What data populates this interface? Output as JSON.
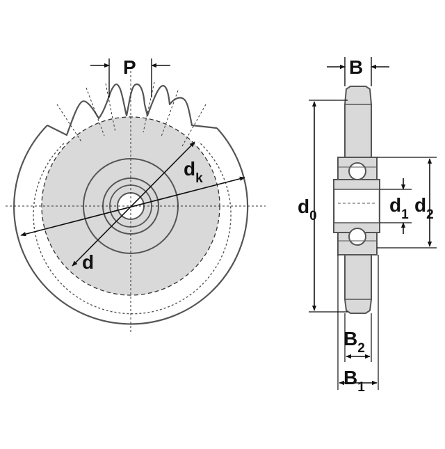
{
  "colors": {
    "line": "#111111",
    "outline": "#555555",
    "fill": "#d9d9d9",
    "background": "#ffffff"
  },
  "front_view": {
    "pitch_label": "P",
    "root_diameter_label": {
      "main": "d",
      "sub": "k"
    },
    "pitch_diameter_label": "d"
  },
  "side_view": {
    "width_label": "B",
    "outer_diameter_label": {
      "main": "d",
      "sub": "0"
    },
    "bore_diameter_label": {
      "main": "d",
      "sub": "1"
    },
    "bearing_diameter_label": {
      "main": "d",
      "sub": "2"
    },
    "hub_width_label": {
      "main": "B",
      "sub": "2"
    },
    "total_width_label": {
      "main": "B",
      "sub": "1"
    }
  }
}
